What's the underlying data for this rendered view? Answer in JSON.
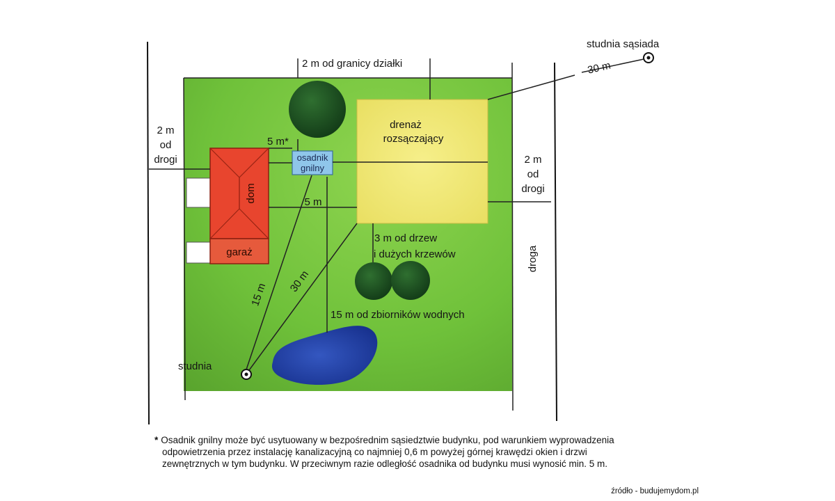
{
  "labels": {
    "neighbor_well": "studnia sąsiada",
    "dist_30_neighbor": "30 m",
    "plot_border": "2 m od granicy działki",
    "road_left_1": "2 m",
    "road_left_2": "od",
    "road_left_3": "drogi",
    "road_right_1": "2 m",
    "road_right_2": "od",
    "road_right_3": "drogi",
    "dist_5m_star": "5 m*",
    "tank_1": "osadnik",
    "tank_2": "gnilny",
    "drain_1": "drenaż",
    "drain_2": "rozsączający",
    "house": "dom",
    "garage": "garaż",
    "dist_5m": "5 m",
    "trees_1": "3 m od drzew",
    "trees_2": "i dużych krzewów",
    "road": "droga",
    "dist_15": "15 m",
    "dist_30": "30 m",
    "water": "15 m od zbiorników wodnych",
    "well": "studnia"
  },
  "footnote": {
    "star": "*",
    "line1": "Osadnik gnilny może być usytuowany w bezpośrednim sąsiedztwie budynku, pod warunkiem wyprowadzenia",
    "line2": "odpowietrzenia przez instalację kanalizacyjną co najmniej 0,6 m powyżej górnej krawędzi okien i drzwi",
    "line3": "zewnętrznych w tym budynku. W przeciwnym razie odległość osadnika od budynku musi wynosić min. 5 m."
  },
  "source": "źródło - budujemydom.pl",
  "colors": {
    "lawn": "#6fc13a",
    "drain_field": "#f3e97a",
    "house_roof": "#e8452e",
    "septic_tank": "#8fc6ea",
    "pond": "#1f3fa6",
    "tree": "#1f4f22"
  }
}
